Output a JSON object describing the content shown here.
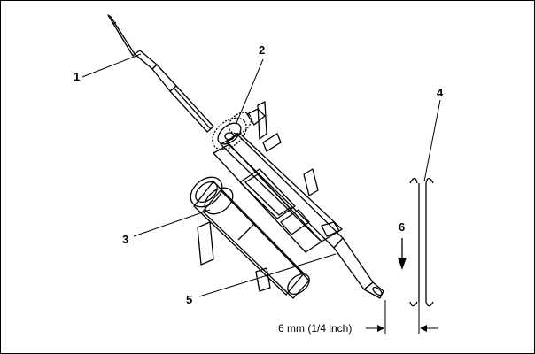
{
  "diagram": {
    "callouts": [
      {
        "id": "c1",
        "label": "1"
      },
      {
        "id": "c2",
        "label": "2"
      },
      {
        "id": "c3",
        "label": "3"
      },
      {
        "id": "c4",
        "label": "4"
      },
      {
        "id": "c5",
        "label": "5"
      },
      {
        "id": "c6",
        "label": "6"
      }
    ],
    "dimension_text": "6 mm (1/4 inch)"
  },
  "colors": {
    "line": "#000000",
    "background": "#ffffff"
  }
}
